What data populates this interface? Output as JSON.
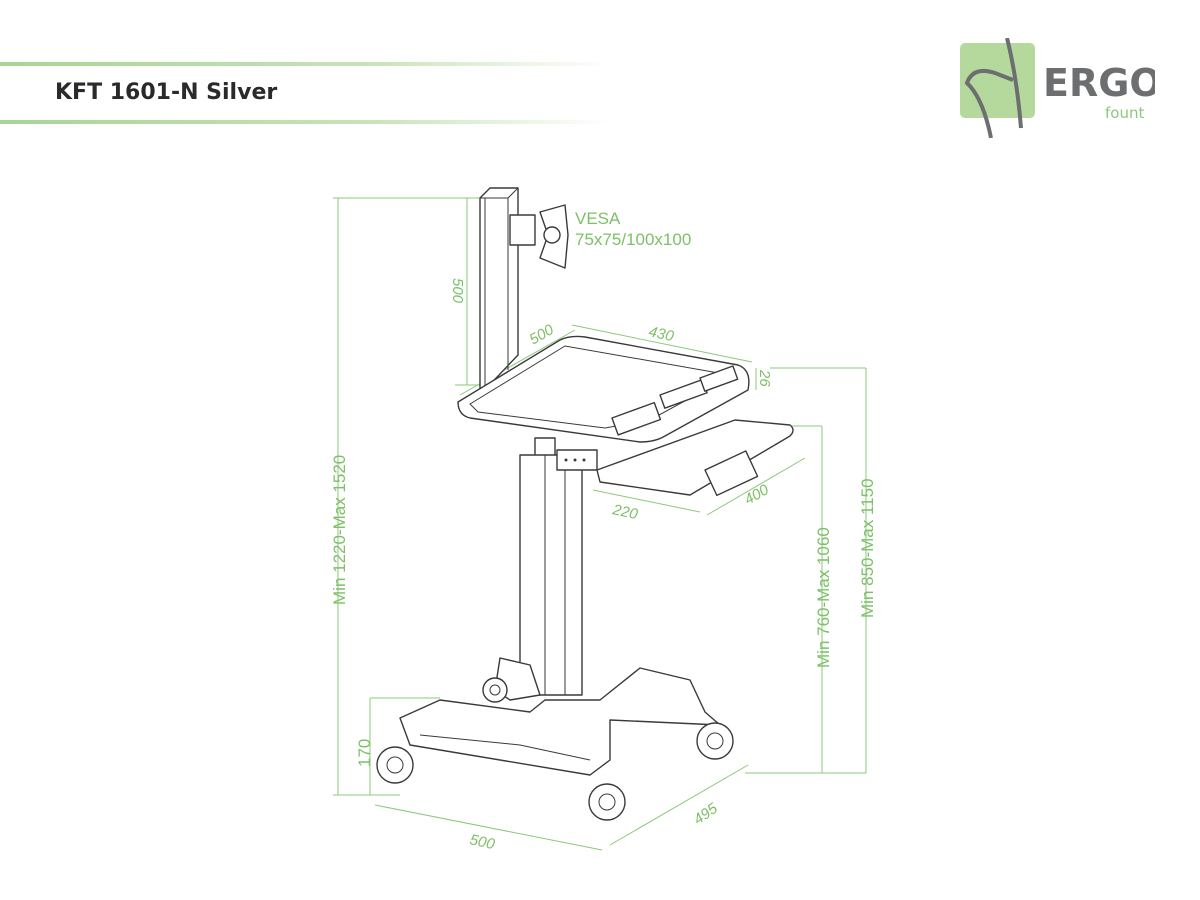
{
  "header": {
    "title": "KFT 1601-N Silver"
  },
  "logo": {
    "word": "ERGO",
    "sub": "fount",
    "colors": {
      "green": "#b5d99c",
      "gray": "#6d6e70",
      "subgreen": "#8cc97a"
    }
  },
  "annotations": {
    "vesa_title": "VESA",
    "vesa_sizes": "75x75/100x100",
    "total_height": "Min 1220-Max 1520",
    "pole_height": "500",
    "desk_depth": "500",
    "desk_width": "430",
    "desk_thickness": "26",
    "keyboard_depth": "220",
    "keyboard_width": "400",
    "keyboard_height": "Min 760-Max 1060",
    "desk_height": "Min 850-Max 1150",
    "base_height": "170",
    "base_width": "500",
    "base_depth": "495"
  },
  "colors": {
    "dimension": "#7cc067",
    "outline": "#3a3a3a"
  }
}
